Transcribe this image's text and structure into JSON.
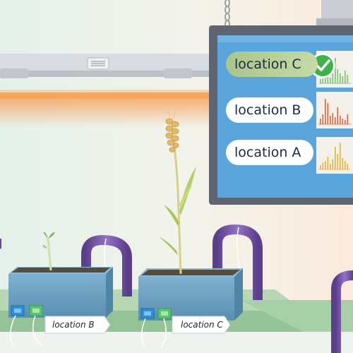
{
  "display": {
    "rows": [
      {
        "label": "location C",
        "status": "selected",
        "check_icon": "check-circle-icon",
        "bar_color": "#7cbf6f",
        "bars": [
          0.15,
          0.3,
          0.55,
          0.4,
          0.2,
          0.7,
          0.9,
          0.5,
          0.35,
          0.25,
          0.45,
          0.3
        ]
      },
      {
        "label": "location B",
        "status": "default",
        "bar_color": "#d8623c",
        "bars": [
          0.2,
          0.35,
          0.9,
          0.75,
          0.3,
          0.4,
          0.25,
          0.6,
          0.3,
          0.2,
          0.15,
          0.35
        ]
      },
      {
        "label": "location A",
        "status": "default",
        "bar_color": "#e6b23a",
        "bars": [
          0.15,
          0.25,
          0.3,
          0.45,
          0.2,
          0.35,
          0.8,
          0.55,
          0.95,
          0.4,
          0.3,
          0.2
        ]
      }
    ]
  },
  "pots": [
    {
      "tag": "location B",
      "plant": "seedling"
    },
    {
      "tag": "location C",
      "plant": "wheat"
    }
  ],
  "colors": {
    "background": "#f6efe6",
    "monitor_bezel": "#5f6570",
    "monitor_screen": "#5aa6dc",
    "pot": "#6b9fbe",
    "bench": "#9dc79f",
    "pipe": "#7a5aa6",
    "sensor_blue": "#2f8fd4",
    "sensor_green": "#5cc46a",
    "light_glow": "#f6a35b"
  }
}
